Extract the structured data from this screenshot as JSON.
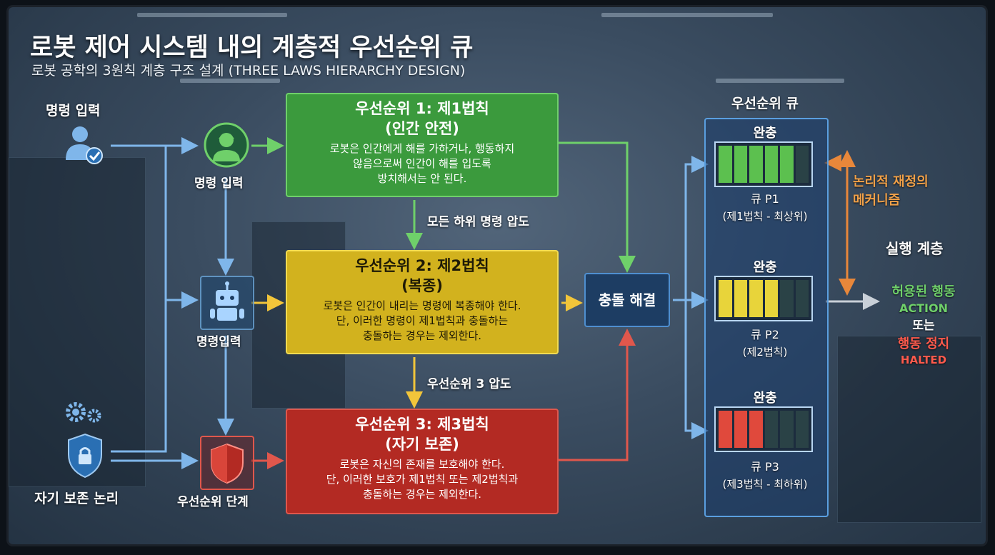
{
  "title": "로봇 제어 시스템 내의 계층적 우선순위 큐",
  "subtitle": "로봇 공학의 3원칙 계층 구조 설계 (THREE LAWS HIERARCHY DESIGN)",
  "inputs": {
    "command_input": "명령 입력",
    "self_preservation_logic": "자기 보존 논리"
  },
  "stages": {
    "stage1_label": "명령 입력",
    "stage2_label": "명령입력",
    "stage3_label": "우선순위 단계"
  },
  "laws": [
    {
      "title": "우선순위 1: 제1법칙",
      "subtitle": "(인간 안전)",
      "lines": [
        "로봇은 인간에게 해를 가하거나, 행동하지",
        "않음으로써 인간이 해를 입도록",
        "방치해서는 안 된다."
      ],
      "color": "#3b9a3d"
    },
    {
      "title": "우선순위 2: 제2법칙",
      "subtitle": "(복종)",
      "lines": [
        "로봇은 인간이 내리는 명령에 복종해야 한다.",
        "단, 이러한 명령이 제1법칙과 충돌하는",
        "충돌하는 경우는 제외한다."
      ],
      "color": "#d2b21e"
    },
    {
      "title": "우선순위 3: 제3법칙",
      "subtitle": "(자기 보존)",
      "lines": [
        "로봇은 자신의 존재를 보호해야 한다.",
        "단, 이러한 보호가 제1법칙 또는 제2법칙과",
        "충돌하는 경우는 제외한다."
      ],
      "color": "#b32a23"
    }
  ],
  "overrides": {
    "override1": "모든 하위 명령 압도",
    "override2": "우선순위 3 압도"
  },
  "conflict_resolution": "충돌 해결",
  "queue": {
    "header": "우선순위 큐",
    "buffer_label": "완충",
    "queues": [
      {
        "name": "큐 P1",
        "desc": "(제1법칙 - 최상위)",
        "fill": 5,
        "total": 6,
        "color": "#5cc04f"
      },
      {
        "name": "큐 P2",
        "desc": "(제2법칙)",
        "fill": 4,
        "total": 6,
        "color": "#e8d43a"
      },
      {
        "name": "큐 P3",
        "desc": "(제3법칙 - 최하위)",
        "fill": 3,
        "total": 6,
        "color": "#e0493c"
      }
    ]
  },
  "arbitration": "논리적 재정의\n메커니즘",
  "arbitration_line1": "논리적 재정의",
  "arbitration_line2": "메커니즘",
  "execution": {
    "header": "실행 계층",
    "allowed": "허용된 행동",
    "action": "ACTION",
    "or": "또는",
    "halt": "행동 정지",
    "halted": "HALTED"
  },
  "colors": {
    "green": "#3b9a3d",
    "yellow": "#d2b21e",
    "red": "#b32a23",
    "blue": "#5a9fe0",
    "orange": "#e8873a"
  }
}
